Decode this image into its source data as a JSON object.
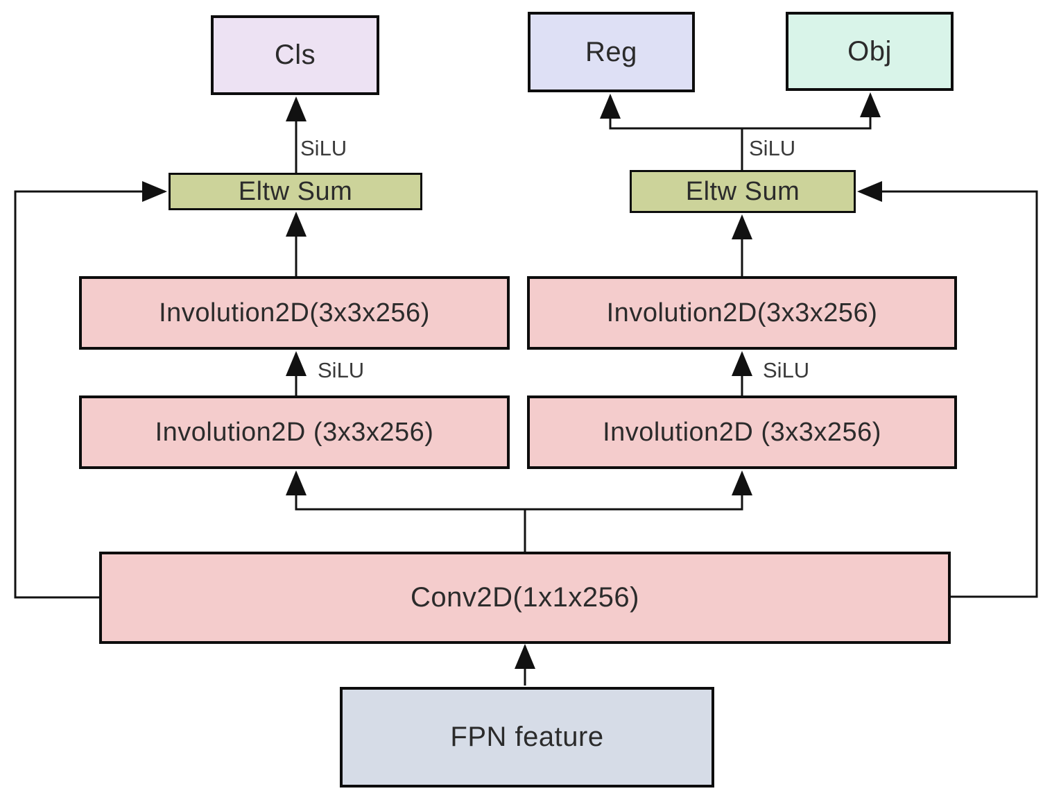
{
  "diagram": {
    "type": "neural-network-head-architecture",
    "nodes": {
      "cls": {
        "label": "Cls",
        "fill": "#ede2f3"
      },
      "reg": {
        "label": "Reg",
        "fill": "#dee0f5"
      },
      "obj": {
        "label": "Obj",
        "fill": "#d9f4e9"
      },
      "eltw_left": {
        "label": "Eltw Sum",
        "fill": "#ccd39a"
      },
      "eltw_right": {
        "label": "Eltw Sum",
        "fill": "#ccd39a"
      },
      "inv_tl": {
        "label": "Involution2D(3x3x256)",
        "fill": "#f4cccc"
      },
      "inv_tr": {
        "label": "Involution2D(3x3x256)",
        "fill": "#f4cccc"
      },
      "inv_bl": {
        "label": "Involution2D (3x3x256)",
        "fill": "#f4cccc"
      },
      "inv_br": {
        "label": "Involution2D (3x3x256)",
        "fill": "#f4cccc"
      },
      "conv": {
        "label": "Conv2D(1x1x256)",
        "fill": "#f4cccc"
      },
      "fpn": {
        "label": "FPN feature",
        "fill": "#d6dce7"
      }
    },
    "edge_labels": {
      "silu_cls": "SiLU",
      "silu_regobj": "SiLU",
      "silu_left_mid": "SiLU",
      "silu_right_mid": "SiLU"
    },
    "colors": {
      "border": "#0d0d0d",
      "connector": "#111111",
      "text": "#2b2b2b",
      "background": "#ffffff"
    }
  }
}
